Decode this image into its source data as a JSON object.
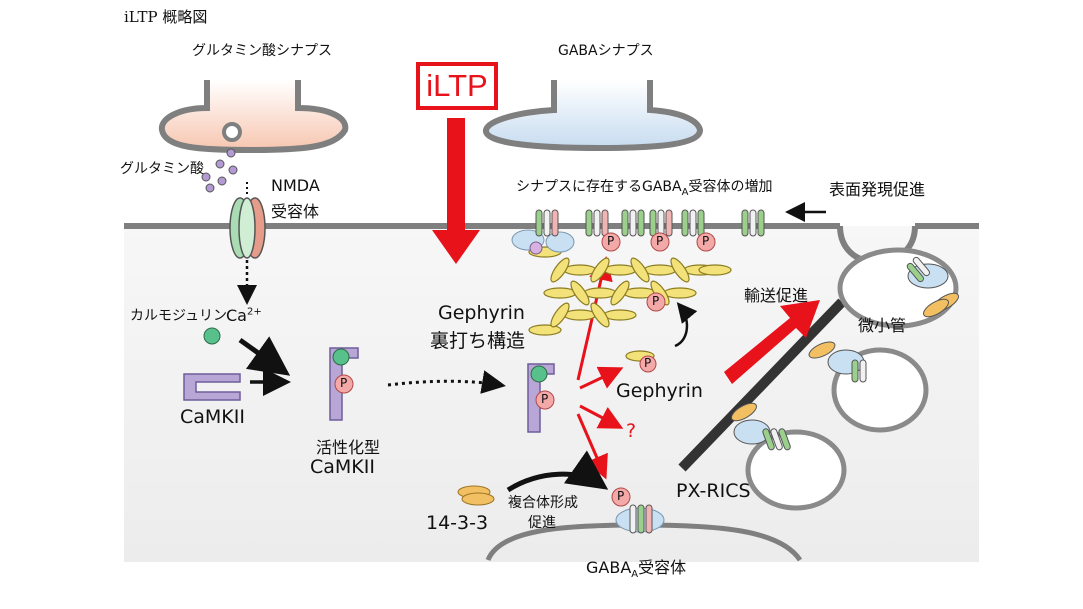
{
  "caption": "iLTP 概略図",
  "glutamate_synapse": "グルタミン酸シナプス",
  "gaba_synapse": "GABAシナプス",
  "iltp_box": "iLTP",
  "glutamate": "グルタミン酸",
  "nmda_line1": "NMDA",
  "nmda_line2": "受容体",
  "receptor_increase_pre": "シナプスに存在するGABA",
  "receptor_increase_sub": "A",
  "receptor_increase_post": "受容体の増加",
  "surface_expression": "表面発現促進",
  "calmodulin": "カルモジュリン",
  "ca_base": "Ca",
  "ca_sup": "2+",
  "camkii": "CaMKII",
  "active_camkii_line1": "活性化型",
  "active_camkii_line2": "CaMKII",
  "gephyrin_scaffold_line1": "Gephyrin",
  "gephyrin_scaffold_line2": "裏打ち構造",
  "gephyrin": "Gephyrin",
  "question": "?",
  "transport": "輸送促進",
  "microtubule": "微小管",
  "px_rics": "PX-RICS",
  "complex_line1": "複合体形成",
  "complex_line2": "促進",
  "protein_1433": "14-3-3",
  "gabaa_receptor_pre": "GABA",
  "gabaa_receptor_sub": "A",
  "gabaa_receptor_post": "受容体",
  "phospho_label": "P",
  "colors": {
    "red": "#e8121b",
    "membrane": "#7f7f7f",
    "cytoplasm": "#f3f3f3",
    "camkii_purple": "#b7a6d6",
    "gephyrin_yellow": "#f3e27a",
    "phospho_pink": "#f4a9a9",
    "calmodulin_green": "#58c08a",
    "receptor_blue": "#c9dff2",
    "protein_1433_orange": "#f2c062"
  }
}
